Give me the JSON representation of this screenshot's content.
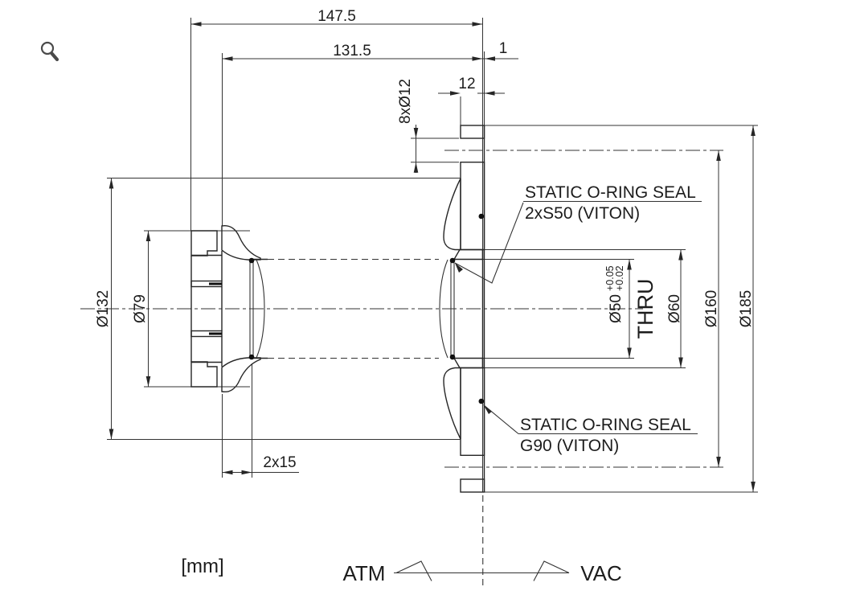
{
  "drawing": {
    "dimensions": {
      "overall_length": "147.5",
      "body_length": "131.5",
      "face_offset": "1",
      "flange_thickness": "12",
      "bolt_holes": "8xØ12",
      "collar_length": "2x15",
      "collar_od": "Ø79",
      "hub_od": "Ø132",
      "bore_dia": "Ø50",
      "bore_tol_upper": "+0.05",
      "bore_tol_lower": "+0.02",
      "bore_thru": "THRU",
      "tube_od": "Ø60",
      "bolt_circle_dia": "Ø160",
      "flange_od": "Ø185"
    },
    "annotations": {
      "seal_s50_title": "STATIC O-RING SEAL",
      "seal_s50_spec": "2xS50 (VITON)",
      "seal_g90_title": "STATIC O-RING SEAL",
      "seal_g90_spec": "G90 (VITON)"
    },
    "footer": {
      "units": "[mm]",
      "atmosphere_side": "ATM",
      "vacuum_side": "VAC"
    },
    "icons": {
      "magnifier": "magnifier-zoom-icon"
    },
    "colors": {
      "line": "#262626",
      "background": "#ffffff"
    }
  }
}
